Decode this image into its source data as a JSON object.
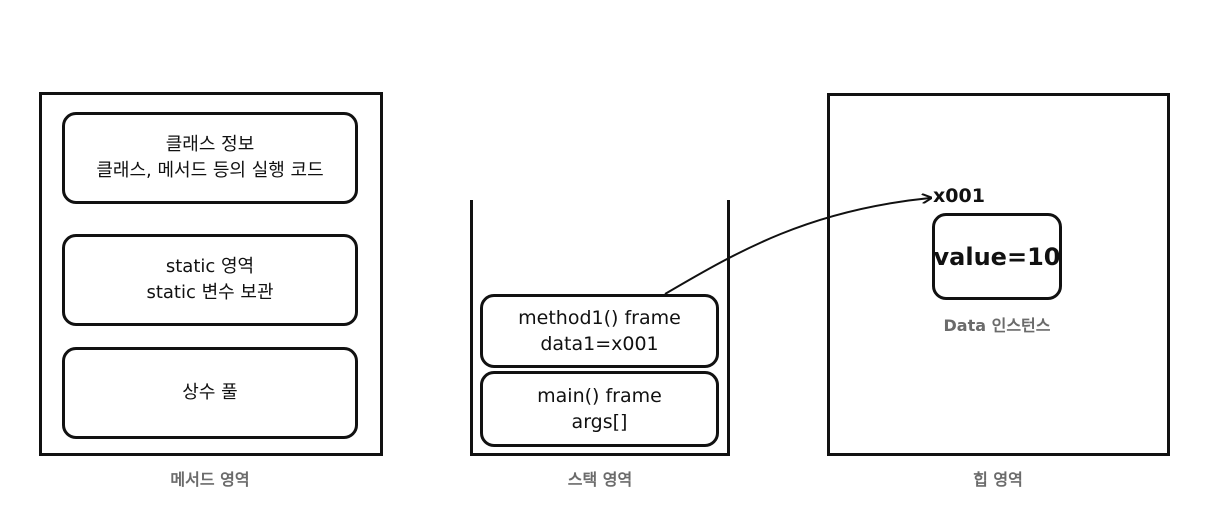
{
  "method_area": {
    "label": "메서드 영역",
    "class_info": {
      "line1": "클래스 정보",
      "line2": "클래스, 메서드 등의 실행 코드"
    },
    "static_area": {
      "line1": "static 영역",
      "line2": "static 변수 보관"
    },
    "constant_pool": {
      "line1": "상수 풀"
    }
  },
  "stack_area": {
    "label": "스택 영역",
    "frames": [
      {
        "line1": "method1() frame",
        "line2": "data1=x001"
      },
      {
        "line1": "main() frame",
        "line2": "args[]"
      }
    ]
  },
  "heap_area": {
    "label": "힙 영역",
    "address": "x001",
    "instance": {
      "value": "value=10",
      "label": "Data 인스턴스"
    }
  }
}
